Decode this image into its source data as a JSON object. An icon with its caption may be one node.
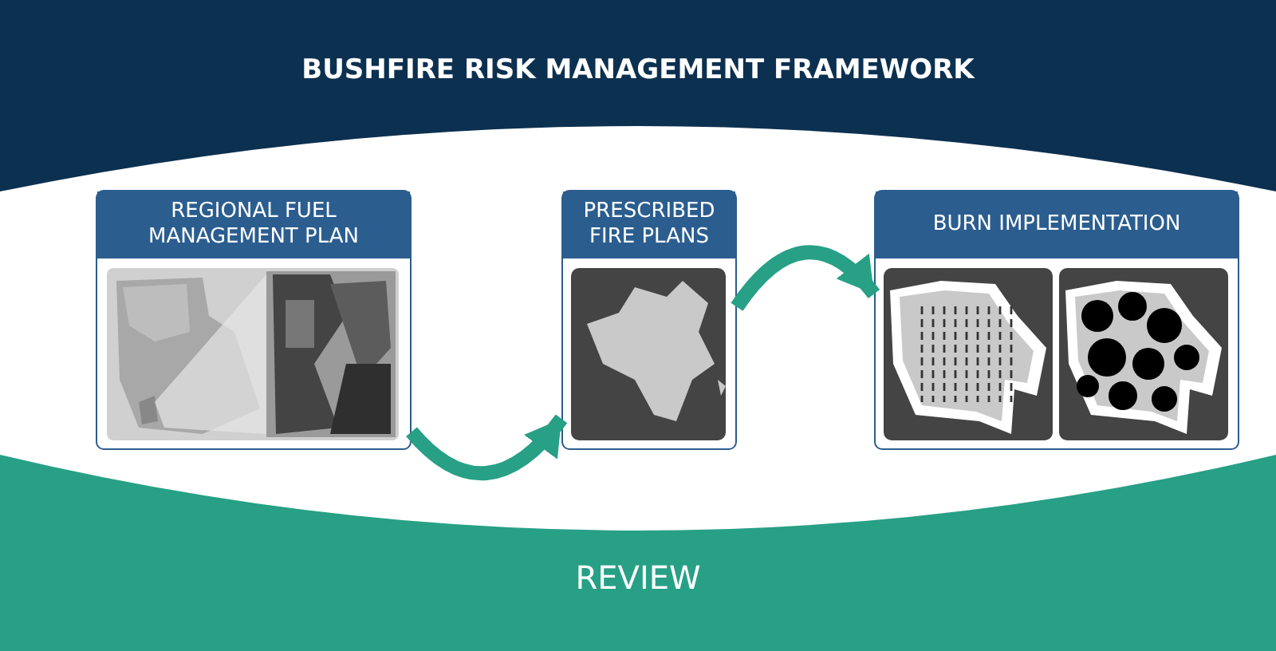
{
  "diagram": {
    "title": "BUSHFIRE RISK MANAGEMENT FRAMEWORK",
    "nodes": [
      {
        "text": [
          "REGIONAL FUEL MANAGEMENT PLAN"
        ]
      },
      {
        "text": [],
        "shape": "picture",
        "in": 0
      },
      {
        "text": [
          "PRESCRIBED FIRE PLANS"
        ]
      },
      {
        "text": [],
        "shape": "picture",
        "in": 2
      },
      {
        "text": [
          "BURN IMPLEMENTATION"
        ]
      },
      {
        "text": [],
        "shape": "picture",
        "in": 4
      },
      {
        "text": [],
        "shape": "picture",
        "in": 4
      },
      {
        "text": [
          "REVIEW"
        ]
      }
    ],
    "edges": [
      {
        "from": 0,
        "to": 2,
        "arrow": "to"
      },
      {
        "from": 2,
        "to": 4,
        "arrow": "to"
      }
    ]
  }
}
